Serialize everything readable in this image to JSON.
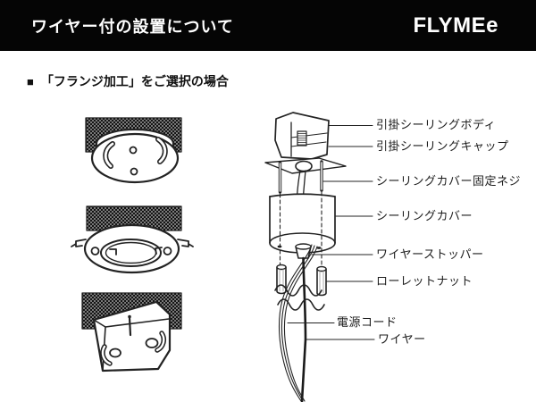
{
  "header": {
    "title": "ワイヤー付の設置について",
    "brand": "FLYMEe"
  },
  "section": {
    "bullet": "■",
    "title": "「フランジ加工」をご選択の場合"
  },
  "labels": {
    "items": [
      {
        "label": "引掛シーリングボディ"
      },
      {
        "label": "引掛シーリングキャップ"
      },
      {
        "label": "シーリングカバー固定ネジ"
      },
      {
        "label": "シーリングカバー"
      },
      {
        "label": "ワイヤーストッパー"
      },
      {
        "label": "ローレットナット"
      },
      {
        "label": "電源コード"
      },
      {
        "label": "ワイヤー"
      }
    ]
  },
  "colors": {
    "header_bg": "#050505",
    "header_text": "#ffffff",
    "line_art": "#232323",
    "ceiling_hatch_dark": "#141414",
    "ceiling_hatch_light": "#d8d8d8",
    "background": "#ffffff"
  }
}
